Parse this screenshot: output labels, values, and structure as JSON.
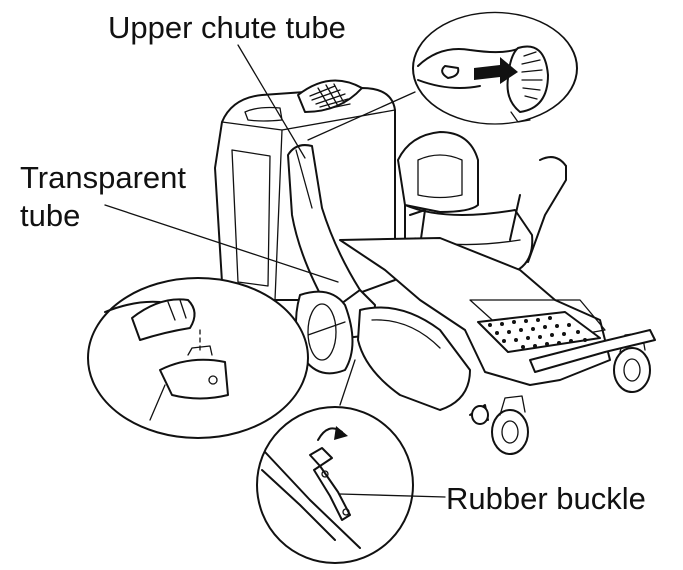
{
  "labels": {
    "upper_chute_tube": "Upper chute tube",
    "transparent_tube_line1": "Transparent",
    "transparent_tube_line2": "tube",
    "rubber_buckle": "Rubber buckle"
  },
  "colors": {
    "ink": "#111111",
    "background": "#ffffff"
  }
}
